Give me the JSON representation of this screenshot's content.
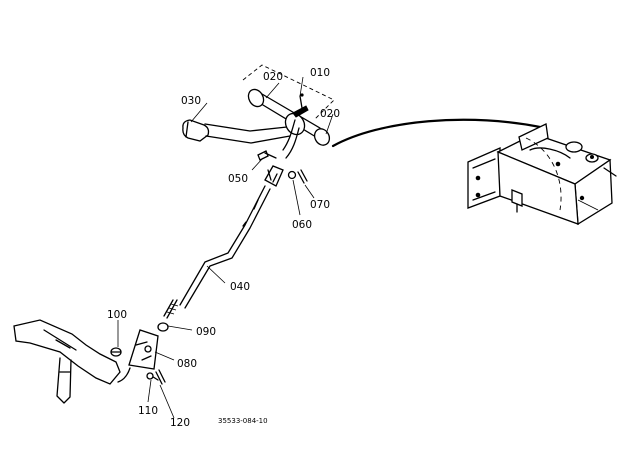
{
  "labels": {
    "p010": "010",
    "p020a": "020",
    "p020b": "020",
    "p030": "030",
    "p040": "040",
    "p050": "050",
    "p060": "060",
    "p070": "070",
    "p080": "080",
    "p090": "090",
    "p100": "100",
    "p110": "110",
    "p120": "120"
  },
  "drawing_code": "35533-084-10"
}
